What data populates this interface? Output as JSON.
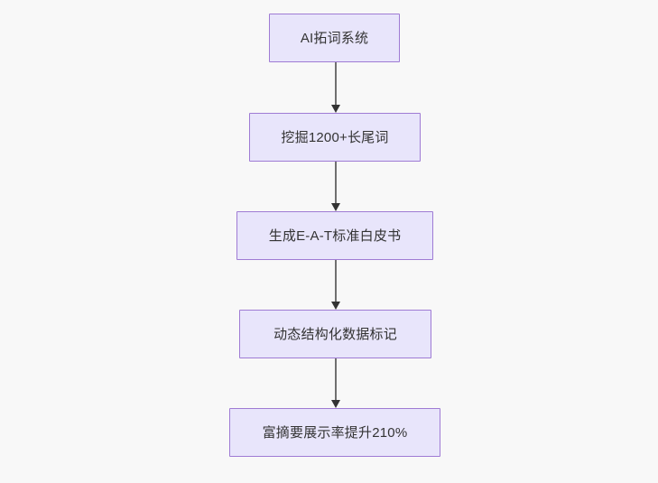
{
  "diagram": {
    "type": "flowchart",
    "direction": "top-to-bottom",
    "background_color": "#f8f8f8",
    "node_fill_color": "#e8e5fb",
    "node_border_color": "#9f7bd4",
    "node_text_color": "#333333",
    "edge_line_color": "#707070",
    "edge_arrow_color": "#333333",
    "nodes": [
      {
        "id": "node-1",
        "label": "AI拓词系统"
      },
      {
        "id": "node-2",
        "label": "挖掘1200+长尾词"
      },
      {
        "id": "node-3",
        "label": "生成E-A-T标准白皮书"
      },
      {
        "id": "node-4",
        "label": "动态结构化数据标记"
      },
      {
        "id": "node-5",
        "label": "富摘要展示率提升210%"
      }
    ],
    "edges": [
      {
        "id": "edge-1",
        "from": "node-1",
        "to": "node-2",
        "arrow": "arrow-head-icon"
      },
      {
        "id": "edge-2",
        "from": "node-2",
        "to": "node-3",
        "arrow": "arrow-head-icon"
      },
      {
        "id": "edge-3",
        "from": "node-3",
        "to": "node-4",
        "arrow": "arrow-head-icon"
      },
      {
        "id": "edge-4",
        "from": "node-4",
        "to": "node-5",
        "arrow": "arrow-head-icon"
      }
    ]
  }
}
